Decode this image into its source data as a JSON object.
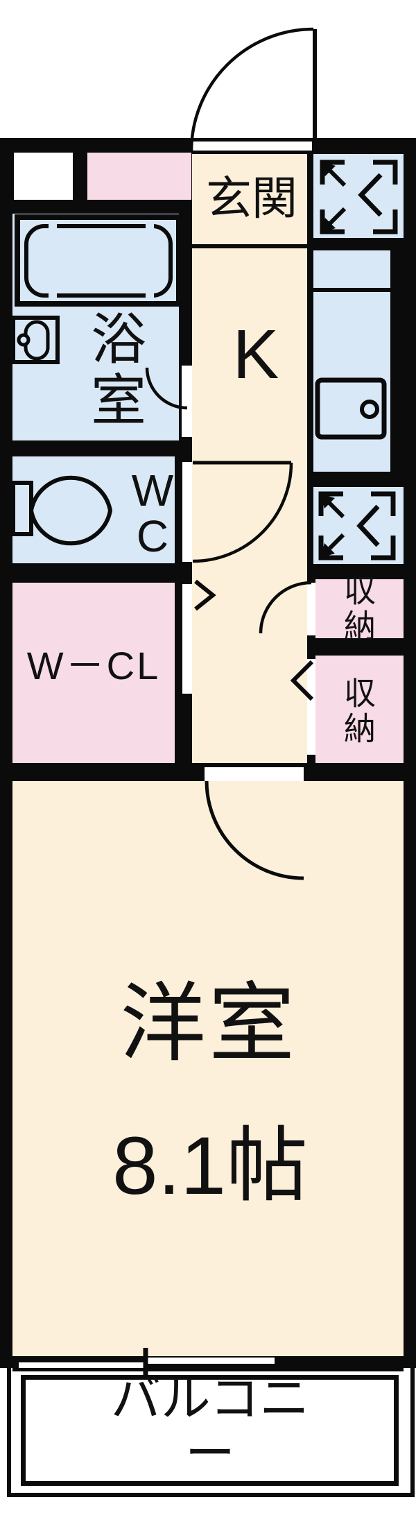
{
  "title": "apartment-floor-plan",
  "rooms": {
    "genkan": {
      "label": "玄関"
    },
    "kitchen": {
      "label": "K"
    },
    "bathroom": {
      "label": "浴\n室"
    },
    "toilet": {
      "label": "W\nC"
    },
    "walkin_closet": {
      "label": "W－CL"
    },
    "storage_upper": {
      "label": "収納"
    },
    "storage_lower": {
      "label": "収納"
    },
    "western_room": {
      "label": "洋室",
      "size": "8.1帖"
    },
    "balcony": {
      "label": "バルコニー"
    }
  },
  "colors": {
    "wall": "#0b0b0b",
    "cream": "#fcf0da",
    "blue": "#d8e8f6",
    "pink": "#f7dbe6",
    "ink": "#111111"
  },
  "icons": {
    "refrigerator_space": "corner-bracket-arrows-icon",
    "washer_space": "corner-bracket-arrows-icon",
    "bathtub": "bathtub-outline-icon",
    "washbasin": "washbasin-icon",
    "toilet_bowl": "toilet-icon",
    "kitchen_sink": "sink-with-faucet-hole-icon",
    "door_swing": "quarter-arc-door-icon",
    "folding_door": "chevron-icon",
    "sliding_window": "offset-double-line-window-icon"
  }
}
